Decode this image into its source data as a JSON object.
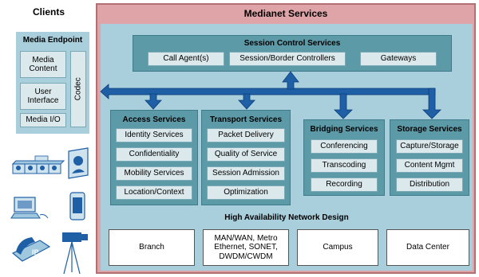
{
  "clients": {
    "title": "Clients",
    "media_endpoint": {
      "title": "Media Endpoint",
      "items": [
        "Media Content",
        "User Interface",
        "Media I/O"
      ],
      "codec": "Codec"
    },
    "devices": {
      "ip_phone_label": "IP"
    }
  },
  "medianet": {
    "title": "Medianet Services",
    "session_control": {
      "title": "Session Control Services",
      "items": [
        "Call Agent(s)",
        "Session/Border Controllers",
        "Gateways"
      ]
    },
    "groups": [
      {
        "title": "Access Services",
        "items": [
          "Identity Services",
          "Confidentiality",
          "Mobility Services",
          "Location/Context"
        ]
      },
      {
        "title": "Transport Services",
        "items": [
          "Packet Delivery",
          "Quality of Service",
          "Session Admission",
          "Optimization"
        ]
      },
      {
        "title": "Bridging Services",
        "items": [
          "Conferencing",
          "Transcoding",
          "Recording"
        ]
      },
      {
        "title": "Storage Services",
        "items": [
          "Capture/Storage",
          "Content Mgmt",
          "Distribution"
        ]
      }
    ],
    "network": {
      "title": "High Availability Network Design",
      "items": [
        "Branch",
        "MAN/WAN, Metro Ethernet, SONET, DWDM/CWDM",
        "Campus",
        "Data Center"
      ]
    }
  },
  "colors": {
    "medianet_bg": "#dfa4a7",
    "medianet_border": "#b46f73",
    "panel_bg": "#a9cedc",
    "teal": "#5c9aa8",
    "item_bg": "#dbe8ec",
    "arrow": "#1e5fa6"
  }
}
